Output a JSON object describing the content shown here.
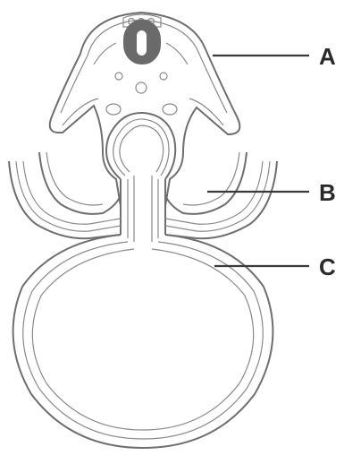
{
  "labels": {
    "a": "A",
    "b": "B",
    "c": "C"
  },
  "colors": {
    "outline": "#6f6f6f",
    "notochord_fill": "#6a6a6a",
    "leader_line": "#3a3a3a",
    "label_text": "#2a2a2a"
  }
}
